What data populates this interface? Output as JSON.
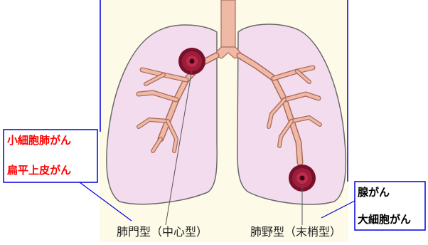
{
  "colors": {
    "background": "#fdfbe8",
    "lung_fill": "#f4dcef",
    "lung_outline": "#6a6a6a",
    "airway": "#f0b9a6",
    "airway_outline": "#a86a5a",
    "tumor": "#7a0f2a",
    "frame_line": "#0000dd",
    "red_text": "#ff0000"
  },
  "left_labels": {
    "small_cell": "小細胞肺がん",
    "squamous": "扁平上皮がん"
  },
  "right_labels": {
    "adeno": "腺がん",
    "large_cell": "大細胞がん"
  },
  "captions": {
    "central": "肺門型（中心型）",
    "peripheral": "肺野型（末梢型）"
  }
}
